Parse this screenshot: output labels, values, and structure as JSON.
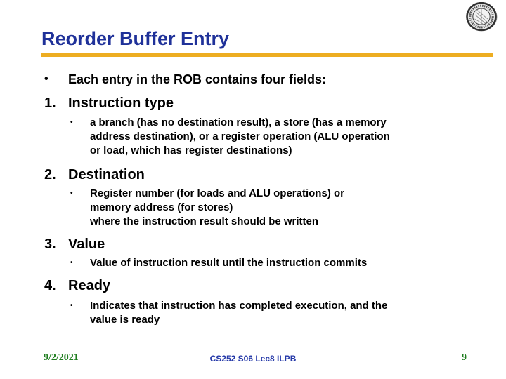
{
  "slide": {
    "title": "Reorder Buffer Entry",
    "colors": {
      "title_blue": "#1F3199",
      "rule_gold": "#EDAD21",
      "body_text": "#000000",
      "footer_green": "#1E7D1E",
      "footer_blue": "#2438A8"
    },
    "bullets": {
      "level1": "•",
      "level2": "•"
    },
    "intro": "Each entry in the ROB contains four fields:",
    "items": [
      {
        "num": "1.",
        "heading": "Instruction type",
        "detail": "a branch (has no destination result), a store (has a memory\naddress destination), or a register operation (ALU operation\nor load, which has register destinations)"
      },
      {
        "num": "2.",
        "heading": "Destination",
        "detail": "Register number (for loads and ALU operations) or\nmemory address (for stores)\nwhere the instruction result should be written"
      },
      {
        "num": "3.",
        "heading": "Value",
        "detail": "Value of instruction result until the instruction commits"
      },
      {
        "num": "4.",
        "heading": "Ready",
        "detail": "Indicates that instruction has completed execution, and the\nvalue is ready"
      }
    ],
    "footer": {
      "date": "9/2/2021",
      "course": "CS252 S06 Lec8 ILPB",
      "page": "9"
    }
  }
}
